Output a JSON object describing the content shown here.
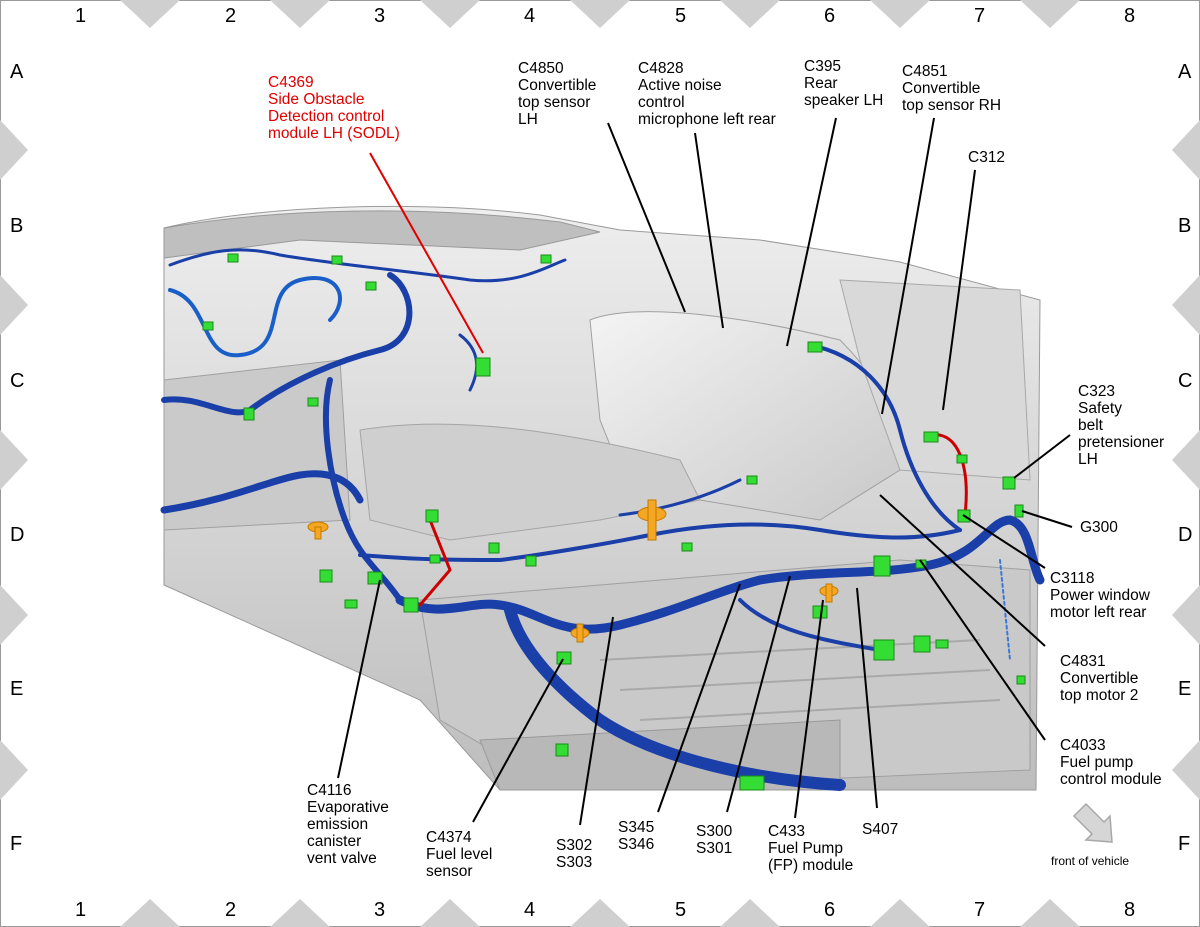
{
  "grid": {
    "columns": [
      "1",
      "2",
      "3",
      "4",
      "5",
      "6",
      "7",
      "8"
    ],
    "rows": [
      "A",
      "B",
      "C",
      "D",
      "E",
      "F"
    ]
  },
  "labels": [
    {
      "id": "c4369",
      "lines": [
        "C4369",
        "Side Obstacle",
        "Detection control",
        "module LH (SODL)"
      ],
      "highlight": true
    },
    {
      "id": "c4850",
      "lines": [
        "C4850",
        "Convertible",
        "top sensor",
        "LH"
      ]
    },
    {
      "id": "c4828",
      "lines": [
        "C4828",
        "Active noise",
        "control",
        "microphone left rear"
      ]
    },
    {
      "id": "c395",
      "lines": [
        "C395",
        "Rear",
        "speaker LH"
      ]
    },
    {
      "id": "c4851",
      "lines": [
        "C4851",
        "Convertible",
        "top sensor RH"
      ]
    },
    {
      "id": "c312",
      "lines": [
        "C312"
      ]
    },
    {
      "id": "c323",
      "lines": [
        "C323",
        "Safety",
        "belt",
        "pretensioner",
        "LH"
      ]
    },
    {
      "id": "g300",
      "lines": [
        "G300"
      ]
    },
    {
      "id": "c3118",
      "lines": [
        "C3118",
        "Power window",
        "motor left rear"
      ]
    },
    {
      "id": "c4831",
      "lines": [
        "C4831",
        "Convertible",
        "top motor 2"
      ]
    },
    {
      "id": "c4033",
      "lines": [
        "C4033",
        "Fuel pump",
        "control module"
      ]
    },
    {
      "id": "s407",
      "lines": [
        "S407"
      ]
    },
    {
      "id": "c433",
      "lines": [
        "C433",
        "Fuel Pump",
        "(FP) module"
      ]
    },
    {
      "id": "s300",
      "lines": [
        "S300",
        "S301"
      ]
    },
    {
      "id": "s345",
      "lines": [
        "S345",
        "S346"
      ]
    },
    {
      "id": "s302",
      "lines": [
        "S302",
        "S303"
      ]
    },
    {
      "id": "c4374",
      "lines": [
        "C4374",
        "Fuel level",
        "sensor"
      ]
    },
    {
      "id": "c4116",
      "lines": [
        "C4116",
        "Evaporative",
        "emission",
        "canister",
        "vent valve"
      ]
    }
  ],
  "orientation": {
    "text": "front of vehicle",
    "icon": "arrow-icon"
  },
  "colors": {
    "harness": "#1a3fa8",
    "connector": "#33dd33",
    "highlight": "#e00000",
    "body": "#d4d4d4",
    "splice": "#f5a623"
  }
}
